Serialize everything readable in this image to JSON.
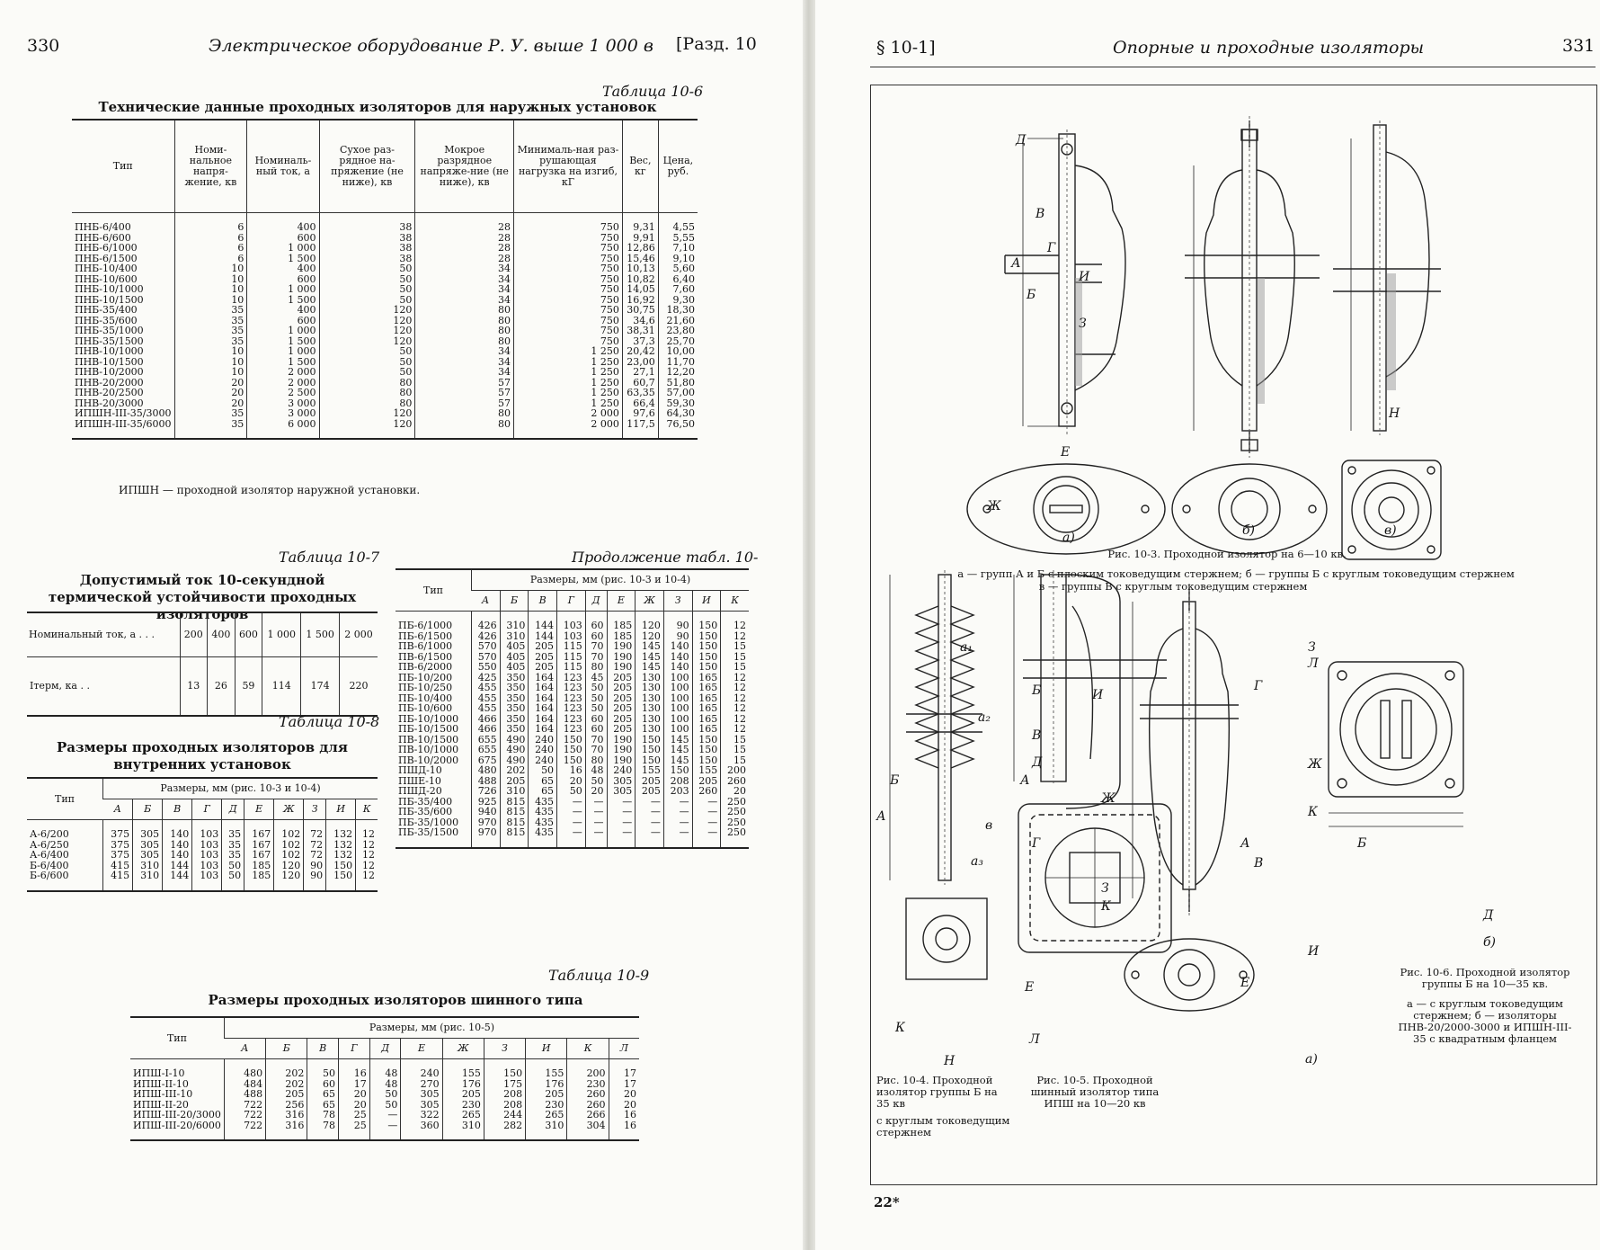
{
  "left": {
    "page_number": "330",
    "running_title": "Электрическое оборудование Р. У. выше 1 000 в",
    "section_ref": "[Разд. 10"
  },
  "right": {
    "section_ref": "§ 10-1]",
    "running_title": "Опорные и проходные изоляторы",
    "page_number": "331",
    "footer_mark": "22*"
  },
  "table_10_6": {
    "label": "Таблица 10-6",
    "title": "Технические данные проходных изоляторов для наружных установок",
    "headers": [
      "Тип",
      "Номи-нальное напря-жение, кв",
      "Номиналь-ный ток, а",
      "Сухое раз-рядное на-пряжение (не ниже), кв",
      "Мокрое разрядное напряже-ние (не ниже), кв",
      "Минималь-ная раз-рушающая нагрузка на изгиб, кГ",
      "Вес, кг",
      "Цена, руб."
    ],
    "rows": [
      [
        "ПНБ-6/400",
        "6",
        "400",
        "38",
        "28",
        "750",
        "9,31",
        "4,55"
      ],
      [
        "ПНБ-6/600",
        "6",
        "600",
        "38",
        "28",
        "750",
        "9,91",
        "5,55"
      ],
      [
        "ПНБ-6/1000",
        "6",
        "1 000",
        "38",
        "28",
        "750",
        "12,86",
        "7,10"
      ],
      [
        "ПНБ-6/1500",
        "6",
        "1 500",
        "38",
        "28",
        "750",
        "15,46",
        "9,10"
      ],
      [
        "ПНБ-10/400",
        "10",
        "400",
        "50",
        "34",
        "750",
        "10,13",
        "5,60"
      ],
      [
        "ПНБ-10/600",
        "10",
        "600",
        "50",
        "34",
        "750",
        "10,82",
        "6,40"
      ],
      [
        "ПНБ-10/1000",
        "10",
        "1 000",
        "50",
        "34",
        "750",
        "14,05",
        "7,60"
      ],
      [
        "ПНБ-10/1500",
        "10",
        "1 500",
        "50",
        "34",
        "750",
        "16,92",
        "9,30"
      ],
      [
        "ПНБ-35/400",
        "35",
        "400",
        "120",
        "80",
        "750",
        "30,75",
        "18,30"
      ],
      [
        "ПНБ-35/600",
        "35",
        "600",
        "120",
        "80",
        "750",
        "34,6",
        "21,60"
      ],
      [
        "ПНБ-35/1000",
        "35",
        "1 000",
        "120",
        "80",
        "750",
        "38,31",
        "23,80"
      ],
      [
        "ПНБ-35/1500",
        "35",
        "1 500",
        "120",
        "80",
        "750",
        "37,3",
        "25,70"
      ],
      [
        "ПНВ-10/1000",
        "10",
        "1 000",
        "50",
        "34",
        "1 250",
        "20,42",
        "10,00"
      ],
      [
        "ПНВ-10/1500",
        "10",
        "1 500",
        "50",
        "34",
        "1 250",
        "23,00",
        "11,70"
      ],
      [
        "ПНВ-10/2000",
        "10",
        "2 000",
        "50",
        "34",
        "1 250",
        "27,1",
        "12,20"
      ],
      [
        "ПНВ-20/2000",
        "20",
        "2 000",
        "80",
        "57",
        "1 250",
        "60,7",
        "51,80"
      ],
      [
        "ПНВ-20/2500",
        "20",
        "2 500",
        "80",
        "57",
        "1 250",
        "63,35",
        "57,00"
      ],
      [
        "ПНВ-20/3000",
        "20",
        "3 000",
        "80",
        "57",
        "1 250",
        "66,4",
        "59,30"
      ],
      [
        "ИПШН-III-35/3000",
        "35",
        "3 000",
        "120",
        "80",
        "2 000",
        "97,6",
        "64,30"
      ],
      [
        "ИПШН-III-35/6000",
        "35",
        "6 000",
        "120",
        "80",
        "2 000",
        "117,5",
        "76,50"
      ]
    ],
    "footnote": "ИПШН — проходной изолятор наружной установки."
  },
  "table_10_7": {
    "label": "Таблица 10-7",
    "title": "Допустимый ток 10-секундной термической устойчивости проходных изоляторов",
    "row1_label": "Номинальный ток, а . . .",
    "row1": [
      "200",
      "400",
      "600",
      "1 000",
      "1 500",
      "2 000"
    ],
    "row2_label": "Iтерм, ка . .",
    "row2": [
      "13",
      "26",
      "59",
      "114",
      "174",
      "220"
    ]
  },
  "table_10_8": {
    "label": "Таблица 10-8",
    "title": "Размеры проходных изоляторов для внутренних установок",
    "type_header": "Тип",
    "dims_header": "Размеры, мм (рис. 10-3 и 10-4)",
    "cols": [
      "А",
      "Б",
      "В",
      "Г",
      "Д",
      "Е",
      "Ж",
      "З",
      "И",
      "К"
    ],
    "rows": [
      [
        "А-6/200",
        "375",
        "305",
        "140",
        "103",
        "35",
        "167",
        "102",
        "72",
        "132",
        "12"
      ],
      [
        "А-6/250",
        "375",
        "305",
        "140",
        "103",
        "35",
        "167",
        "102",
        "72",
        "132",
        "12"
      ],
      [
        "А-6/400",
        "375",
        "305",
        "140",
        "103",
        "35",
        "167",
        "102",
        "72",
        "132",
        "12"
      ],
      [
        "Б-6/400",
        "415",
        "310",
        "144",
        "103",
        "50",
        "185",
        "120",
        "90",
        "150",
        "12"
      ],
      [
        "Б-6/600",
        "415",
        "310",
        "144",
        "103",
        "50",
        "185",
        "120",
        "90",
        "150",
        "12"
      ]
    ]
  },
  "table_10_8_cont": {
    "label": "Продолжение табл. 10-",
    "type_header": "Тип",
    "dims_header": "Размеры, мм (рис. 10-3 и 10-4)",
    "cols": [
      "А",
      "Б",
      "В",
      "Г",
      "Д",
      "Е",
      "Ж",
      "З",
      "И",
      "К"
    ],
    "rows": [
      [
        "ПБ-6/1000",
        "426",
        "310",
        "144",
        "103",
        "60",
        "185",
        "120",
        "90",
        "150",
        "12"
      ],
      [
        "ПБ-6/1500",
        "426",
        "310",
        "144",
        "103",
        "60",
        "185",
        "120",
        "90",
        "150",
        "12"
      ],
      [
        "ПВ-6/1000",
        "570",
        "405",
        "205",
        "115",
        "70",
        "190",
        "145",
        "140",
        "150",
        "15"
      ],
      [
        "ПВ-6/1500",
        "570",
        "405",
        "205",
        "115",
        "70",
        "190",
        "145",
        "140",
        "150",
        "15"
      ],
      [
        "ПВ-6/2000",
        "550",
        "405",
        "205",
        "115",
        "80",
        "190",
        "145",
        "140",
        "150",
        "15"
      ],
      [
        "ПБ-10/200",
        "425",
        "350",
        "164",
        "123",
        "45",
        "205",
        "130",
        "100",
        "165",
        "12"
      ],
      [
        "ПБ-10/250",
        "455",
        "350",
        "164",
        "123",
        "50",
        "205",
        "130",
        "100",
        "165",
        "12"
      ],
      [
        "ПБ-10/400",
        "455",
        "350",
        "164",
        "123",
        "50",
        "205",
        "130",
        "100",
        "165",
        "12"
      ],
      [
        "ПБ-10/600",
        "455",
        "350",
        "164",
        "123",
        "50",
        "205",
        "130",
        "100",
        "165",
        "12"
      ],
      [
        "ПБ-10/1000",
        "466",
        "350",
        "164",
        "123",
        "60",
        "205",
        "130",
        "100",
        "165",
        "12"
      ],
      [
        "ПБ-10/1500",
        "466",
        "350",
        "164",
        "123",
        "60",
        "205",
        "130",
        "100",
        "165",
        "12"
      ],
      [
        "ПВ-10/1500",
        "655",
        "490",
        "240",
        "150",
        "70",
        "190",
        "150",
        "145",
        "150",
        "15"
      ],
      [
        "ПВ-10/1000",
        "655",
        "490",
        "240",
        "150",
        "70",
        "190",
        "150",
        "145",
        "150",
        "15"
      ],
      [
        "ПВ-10/2000",
        "675",
        "490",
        "240",
        "150",
        "80",
        "190",
        "150",
        "145",
        "150",
        "15"
      ],
      [
        "ПШД-10",
        "480",
        "202",
        "50",
        "16",
        "48",
        "240",
        "155",
        "150",
        "155",
        "200"
      ],
      [
        "ПШЕ-10",
        "488",
        "205",
        "65",
        "20",
        "50",
        "305",
        "205",
        "208",
        "205",
        "260"
      ],
      [
        "ПШД-20",
        "726",
        "310",
        "65",
        "50",
        "20",
        "305",
        "205",
        "203",
        "260",
        "20"
      ],
      [
        "ПБ-35/400",
        "925",
        "815",
        "435",
        "—",
        "—",
        "—",
        "—",
        "—",
        "—",
        "250"
      ],
      [
        "ПБ-35/600",
        "940",
        "815",
        "435",
        "—",
        "—",
        "—",
        "—",
        "—",
        "—",
        "250"
      ],
      [
        "ПБ-35/1000",
        "970",
        "815",
        "435",
        "—",
        "—",
        "—",
        "—",
        "—",
        "—",
        "250"
      ],
      [
        "ПБ-35/1500",
        "970",
        "815",
        "435",
        "—",
        "—",
        "—",
        "—",
        "—",
        "—",
        "250"
      ]
    ]
  },
  "table_10_9": {
    "label": "Таблица 10-9",
    "title": "Размеры проходных изоляторов шинного типа",
    "type_header": "Тип",
    "dims_header": "Размеры, мм (рис. 10-5)",
    "cols": [
      "А",
      "Б",
      "В",
      "Г",
      "Д",
      "Е",
      "Ж",
      "З",
      "И",
      "К",
      "Л"
    ],
    "rows": [
      [
        "ИПШ-I-10",
        "480",
        "202",
        "50",
        "16",
        "48",
        "240",
        "155",
        "150",
        "155",
        "200",
        "17"
      ],
      [
        "ИПШ-II-10",
        "484",
        "202",
        "60",
        "17",
        "48",
        "270",
        "176",
        "175",
        "176",
        "230",
        "17"
      ],
      [
        "ИПШ-III-10",
        "488",
        "205",
        "65",
        "20",
        "50",
        "305",
        "205",
        "208",
        "205",
        "260",
        "20"
      ],
      [
        "ИПШ-II-20",
        "722",
        "256",
        "65",
        "20",
        "50",
        "305",
        "230",
        "208",
        "230",
        "260",
        "20"
      ],
      [
        "ИПШ-III-20/3000",
        "722",
        "316",
        "78",
        "25",
        "—",
        "322",
        "265",
        "244",
        "265",
        "266",
        "16"
      ],
      [
        "ИПШ-III-20/6000",
        "722",
        "316",
        "78",
        "25",
        "—",
        "360",
        "310",
        "282",
        "310",
        "304",
        "16"
      ]
    ]
  },
  "fig_10_3": {
    "sub_a": "а)",
    "sub_b": "б)",
    "sub_c": "в)",
    "caption": "Рис. 10-3. Проходной изолятор на 6—10 кв.",
    "legend_1": "а — групп А и Б с плоским токоведущим стержнем; б — группы Б с круглым токоведущим стержнем",
    "legend_2": "в — группы В с круглым токоведущим стержнем",
    "dims": [
      "Д",
      "В",
      "Г",
      "А",
      "Б",
      "И",
      "З",
      "Е",
      "Ж",
      "Н"
    ]
  },
  "fig_10_4": {
    "caption": "Рис. 10-4. Проходной изолятор группы Б на 35 кв",
    "caption_2": "с круглым токоведущим стержнем",
    "dims": [
      "а₁",
      "а₂",
      "а₃",
      "А",
      "Б",
      "в",
      "К",
      "Н"
    ]
  },
  "fig_10_5": {
    "caption": "Рис. 10-5. Проходной шинный изолятор типа ИПШ на 10—20 кв",
    "dims": [
      "Б",
      "И",
      "Ж",
      "В",
      "Д",
      "Г",
      "З",
      "К",
      "Е",
      "Л",
      "А"
    ]
  },
  "fig_10_6": {
    "sub_a": "а)",
    "sub_b": "б)",
    "caption": "Рис. 10-6. Проходной изолятор группы Б на 10—35 кв.",
    "legend": "а — с круглым токоведущим стержнем; б — изоляторы ПНВ-20/2000-3000 и ИПШН-III-35 с квадратным фланцем",
    "dims": [
      "З",
      "Л",
      "Г",
      "Ж",
      "К",
      "А",
      "В",
      "Б",
      "И",
      "Е",
      "Д"
    ]
  }
}
